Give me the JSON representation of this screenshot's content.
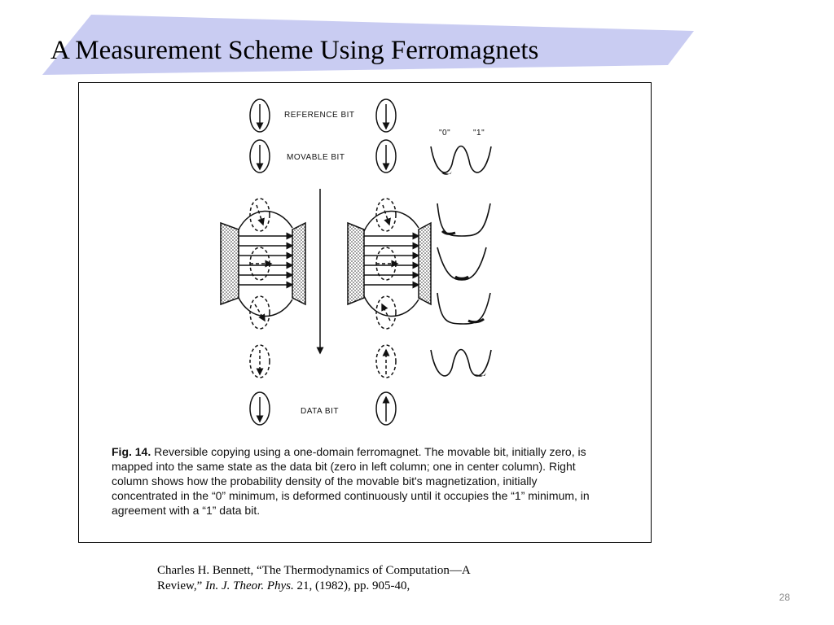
{
  "slide": {
    "title": "A Measurement Scheme Using Ferromagnets",
    "page_number": "28",
    "band_color": "#c9ccf2"
  },
  "figure": {
    "labels": {
      "reference_bit": "REFERENCE BIT",
      "movable_bit": "MOVABLE BIT",
      "data_bit": "DATA BIT",
      "zero_label": "\"0\"",
      "one_label": "\"1\""
    },
    "caption": {
      "label": "Fig. 14.",
      "text": "Reversible copying using a one-domain ferromagnet. The movable bit, initially zero, is mapped into the same state as the data bit (zero in left column; one in center column). Right column shows how the probability density of the movable bit's magnetization, initially concentrated in the “0” minimum, is deformed continuously until it occupies the “1” minimum, in agreement with a “1” data bit."
    }
  },
  "citation": {
    "before": "Charles H. Bennett, “The Thermodynamics of Computation—A Review,” ",
    "journal": "In. J. Theor. Phys.",
    "after": " 21, (1982), pp. 905-40,"
  }
}
